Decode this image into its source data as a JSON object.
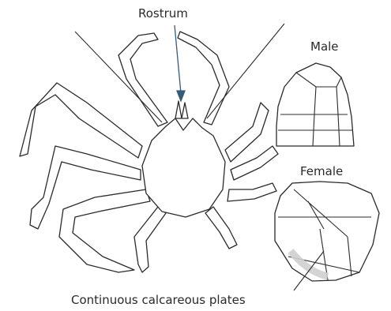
{
  "labels": {
    "rostrum": "Rostrum",
    "male": "Male",
    "female": "Female",
    "plates": "Continuous calcareous plates"
  },
  "colors": {
    "ink": "#2b2b2b",
    "arrow": "#355a7a",
    "background": "#ffffff"
  }
}
